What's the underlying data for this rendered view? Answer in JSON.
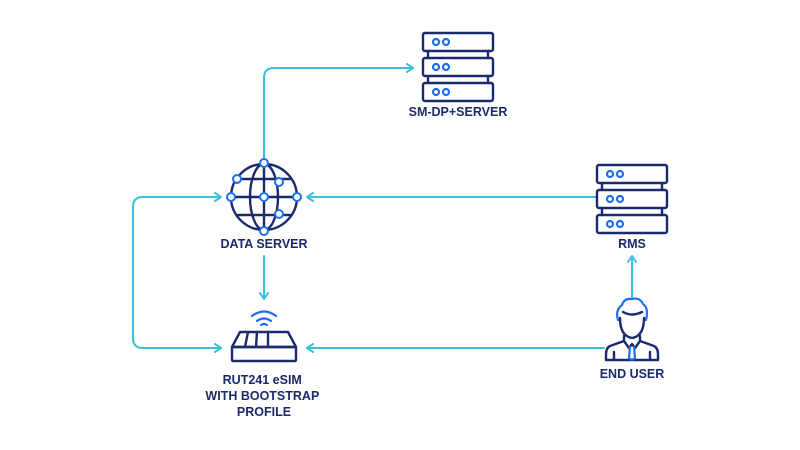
{
  "diagram": {
    "colors": {
      "connector": "#3bbfdc",
      "icon_dark": "#1a2a6c",
      "icon_accent": "#1e6ff0",
      "label": "#1a2a6c",
      "background": "#ffffff"
    },
    "nodes": {
      "smdp": {
        "label": "SM-DP+SERVER",
        "icon": "server-rack-icon"
      },
      "data_server": {
        "label": "DATA SERVER",
        "icon": "globe-network-icon"
      },
      "rms": {
        "label": "RMS",
        "icon": "server-rack-icon"
      },
      "router": {
        "label_lines": [
          "RUT241 eSIM",
          "WITH BOOTSTRAP",
          "PROFILE"
        ],
        "icon": "router-wifi-icon"
      },
      "end_user": {
        "label": "END USER",
        "icon": "user-icon"
      }
    },
    "edges": [
      {
        "from": "DATA SERVER",
        "to": "SM-DP+SERVER"
      },
      {
        "from": "RMS",
        "to": "DATA SERVER"
      },
      {
        "from": "DATA SERVER",
        "to": "RUT241 eSIM WITH BOOTSTRAP PROFILE"
      },
      {
        "from": "RUT241 eSIM WITH BOOTSTRAP PROFILE",
        "to": "DATA SERVER"
      },
      {
        "from": "DATA SERVER",
        "to": "RUT241 eSIM WITH BOOTSTRAP PROFILE"
      },
      {
        "from": "END USER",
        "to": "RUT241 eSIM WITH BOOTSTRAP PROFILE"
      },
      {
        "from": "END USER",
        "to": "RMS"
      }
    ]
  }
}
